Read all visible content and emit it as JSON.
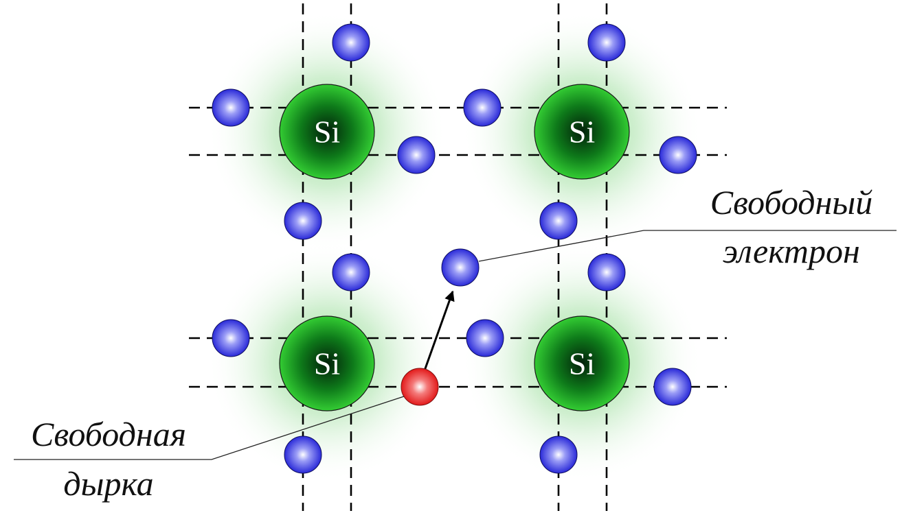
{
  "atoms": {
    "top_left": {
      "label": "Si"
    },
    "top_right": {
      "label": "Si"
    },
    "bottom_left": {
      "label": "Si"
    },
    "bottom_right": {
      "label": "Si"
    }
  },
  "labels": {
    "free_electron": {
      "line1": "Свободный",
      "line2": "электрон"
    },
    "free_hole": {
      "line1": "Свободная",
      "line2": "дырка"
    }
  },
  "colors": {
    "atom_glow": "#7fd67f",
    "atom_core": "#0a6a12",
    "atom_edge": "#33cc33",
    "electron_core": "#ffffff",
    "electron_edge": "#2a2ad8",
    "hole_core": "#ffffff",
    "hole_edge": "#e21a1a"
  }
}
